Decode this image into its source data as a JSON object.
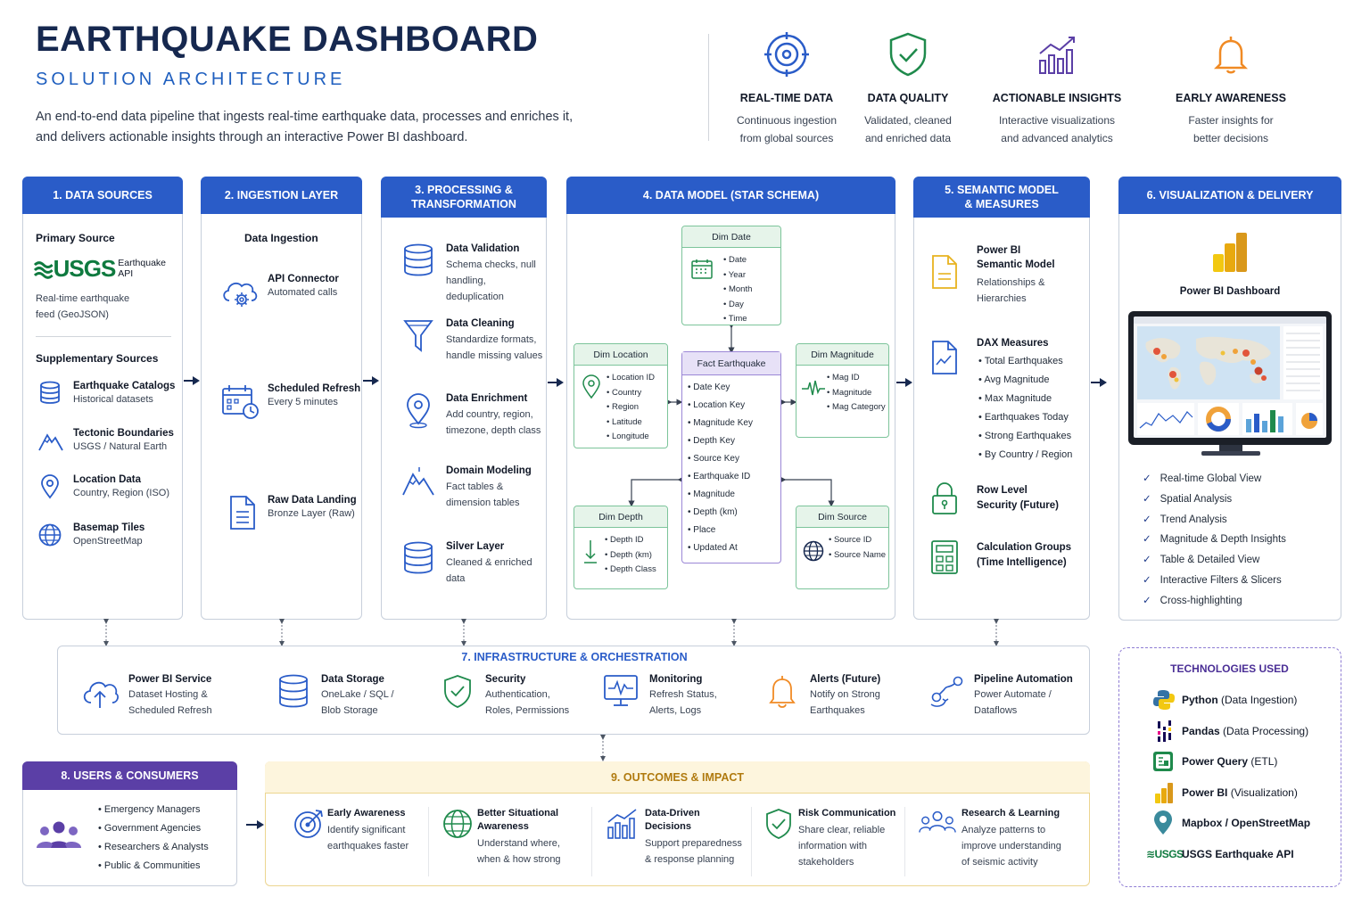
{
  "header": {
    "title": "EARTHQUAKE DASHBOARD",
    "subtitle": "SOLUTION ARCHITECTURE",
    "intro_line1": "An end-to-end data pipeline that ingests real-time earthquake data, processes and enriches it,",
    "intro_line2": "and delivers actionable insights through an interactive Power BI dashboard."
  },
  "features": [
    {
      "icon": "target-icon",
      "title": "REAL-TIME DATA",
      "line1": "Continuous ingestion",
      "line2": "from global sources"
    },
    {
      "icon": "shield-check-icon",
      "title": "DATA QUALITY",
      "line1": "Validated, cleaned",
      "line2": "and enriched data"
    },
    {
      "icon": "bar-chart-trend-icon",
      "title": "ACTIONABLE INSIGHTS",
      "line1": "Interactive visualizations",
      "line2": "and advanced analytics"
    },
    {
      "icon": "bell-icon",
      "title": "EARLY AWARENESS",
      "line1": "Faster insights for",
      "line2": "better decisions"
    }
  ],
  "sources": {
    "header": "1. DATA SOURCES",
    "primary_label": "Primary Source",
    "usgs_logo": "USGS",
    "usgs_api": "Earthquake API",
    "primary_desc1": "Real-time earthquake",
    "primary_desc2": "feed (GeoJSON)",
    "supp_label": "Supplementary Sources",
    "items": [
      {
        "icon": "database-icon",
        "title": "Earthquake Catalogs",
        "desc": "Historical datasets"
      },
      {
        "icon": "mountain-icon",
        "title": "Tectonic Boundaries",
        "desc": "USGS / Natural Earth"
      },
      {
        "icon": "location-pin-icon",
        "title": "Location Data",
        "desc": "Country, Region (ISO)"
      },
      {
        "icon": "globe-icon",
        "title": "Basemap Tiles",
        "desc": "OpenStreetMap"
      }
    ]
  },
  "ingestion": {
    "header": "2. INGESTION LAYER",
    "label": "Data Ingestion",
    "items": [
      {
        "icon": "cloud-gear-icon",
        "title": "API Connector",
        "desc": "Automated calls"
      },
      {
        "icon": "calendar-clock-icon",
        "title": "Scheduled Refresh",
        "desc": "Every 5 minutes"
      },
      {
        "icon": "document-icon",
        "title": "Raw Data Landing",
        "desc": "Bronze Layer (Raw)"
      }
    ]
  },
  "processing": {
    "header_line1": "3. PROCESSING &",
    "header_line2": "TRANSFORMATION",
    "items": [
      {
        "icon": "database-icon",
        "title": "Data Validation",
        "desc1": "Schema checks, null",
        "desc2": "handling, deduplication"
      },
      {
        "icon": "funnel-icon",
        "title": "Data Cleaning",
        "desc1": "Standardize formats,",
        "desc2": "handle missing values"
      },
      {
        "icon": "location-pin-icon",
        "title": "Data Enrichment",
        "desc1": "Add country, region,",
        "desc2": "timezone, depth class"
      },
      {
        "icon": "mountain-icon",
        "title": "Domain Modeling",
        "desc1": "Fact tables &",
        "desc2": "dimension tables"
      },
      {
        "icon": "database-icon",
        "title": "Silver Layer",
        "desc1": "Cleaned & enriched",
        "desc2": "data"
      }
    ]
  },
  "model": {
    "header": "4. DATA MODEL (STAR SCHEMA)",
    "dim_date": {
      "title": "Dim Date",
      "fields": [
        "Date",
        "Year",
        "Month",
        "Day",
        "Time"
      ]
    },
    "dim_location": {
      "title": "Dim Location",
      "fields": [
        "Location ID",
        "Country",
        "Region",
        "Latitude",
        "Longitude"
      ]
    },
    "fact": {
      "title": "Fact Earthquake",
      "fields": [
        "Date Key",
        "Location Key",
        "Magnitude Key",
        "Depth Key",
        "Source Key",
        "Earthquake ID",
        "Magnitude",
        "Depth (km)",
        "Place",
        "Updated At"
      ]
    },
    "dim_magnitude": {
      "title": "Dim Magnitude",
      "fields": [
        "Mag ID",
        "Magnitude",
        "Mag Category"
      ]
    },
    "dim_depth": {
      "title": "Dim Depth",
      "fields": [
        "Depth ID",
        "Depth (km)",
        "Depth Class"
      ]
    },
    "dim_source": {
      "title": "Dim Source",
      "fields": [
        "Source ID",
        "Source Name"
      ]
    }
  },
  "semantic": {
    "header_line1": "5. SEMANTIC MODEL",
    "header_line2": "& MEASURES",
    "pbi_title1": "Power BI",
    "pbi_title2": "Semantic Model",
    "pbi_desc1": "Relationships &",
    "pbi_desc2": "Hierarchies",
    "dax_title": "DAX Measures",
    "dax_items": [
      "Total Earthquakes",
      "Avg Magnitude",
      "Max Magnitude",
      "Earthquakes Today",
      "Strong Earthquakes",
      "By Country / Region"
    ],
    "rls_title1": "Row Level",
    "rls_title2": "Security (Future)",
    "calc_title1": "Calculation Groups",
    "calc_title2": "(Time Intelligence)"
  },
  "visualization": {
    "header": "6. VISUALIZATION & DELIVERY",
    "dashboard_label": "Power BI Dashboard",
    "checks": [
      "Real-time Global View",
      "Spatial Analysis",
      "Trend Analysis",
      "Magnitude & Depth Insights",
      "Table & Detailed View",
      "Interactive Filters & Slicers",
      "Cross-highlighting"
    ]
  },
  "infra": {
    "title": "7. INFRASTRUCTURE & ORCHESTRATION",
    "items": [
      {
        "icon": "cloud-upload-icon",
        "title": "Power BI Service",
        "desc1": "Dataset Hosting &",
        "desc2": "Scheduled Refresh"
      },
      {
        "icon": "database-icon",
        "title": "Data Storage",
        "desc1": "OneLake / SQL /",
        "desc2": "Blob Storage"
      },
      {
        "icon": "shield-check-icon",
        "title": "Security",
        "desc1": "Authentication,",
        "desc2": "Roles, Permissions"
      },
      {
        "icon": "monitor-pulse-icon",
        "title": "Monitoring",
        "desc1": "Refresh Status,",
        "desc2": "Alerts, Logs"
      },
      {
        "icon": "bell-icon",
        "title": "Alerts (Future)",
        "desc1": "Notify on Strong",
        "desc2": "Earthquakes"
      },
      {
        "icon": "workflow-icon",
        "title": "Pipeline Automation",
        "desc1": "Power Automate /",
        "desc2": "Dataflows"
      }
    ]
  },
  "users": {
    "header": "8. USERS & CONSUMERS",
    "items": [
      "Emergency Managers",
      "Government Agencies",
      "Researchers & Analysts",
      "Public & Communities"
    ]
  },
  "outcomes": {
    "title": "9. OUTCOMES & IMPACT",
    "items": [
      {
        "icon": "target-arrow-icon",
        "title1": "Early Awareness",
        "title2": "",
        "desc1": "Identify significant",
        "desc2": "earthquakes faster"
      },
      {
        "icon": "globe-icon",
        "title1": "Better Situational",
        "title2": "Awareness",
        "desc1": "Understand where,",
        "desc2": "when & how strong"
      },
      {
        "icon": "bar-chart-trend-icon",
        "title1": "Data-Driven",
        "title2": "Decisions",
        "desc1": "Support preparedness",
        "desc2": "& response planning"
      },
      {
        "icon": "shield-check-icon",
        "title1": "Risk Communication",
        "title2": "",
        "desc1": "Share clear, reliable",
        "desc2": "information with",
        "desc3": "stakeholders"
      },
      {
        "icon": "people-network-icon",
        "title1": "Research & Learning",
        "title2": "",
        "desc1": "Analyze patterns to",
        "desc2": "improve understanding",
        "desc3": "of seismic activity"
      }
    ]
  },
  "tech": {
    "title": "TECHNOLOGIES USED",
    "items": [
      {
        "icon": "python-icon",
        "name": "Python",
        "role": "(Data Ingestion)"
      },
      {
        "icon": "pandas-icon",
        "name": "Pandas",
        "role": "(Data Processing)"
      },
      {
        "icon": "power-query-icon",
        "name": "Power Query",
        "role": "(ETL)"
      },
      {
        "icon": "power-bi-icon",
        "name": "Power BI",
        "role": "(Visualization)"
      },
      {
        "icon": "mapbox-pin-icon",
        "name": "Mapbox / OpenStreetMap",
        "role": ""
      },
      {
        "icon": "usgs-logo-icon",
        "name": "USGS Earthquake API",
        "role": ""
      }
    ]
  },
  "colors": {
    "primary": "#2a5cc8",
    "navy": "#16284f",
    "purple": "#5b3fa6",
    "orange": "#f08a24",
    "green": "#1f8a4c",
    "gold": "#d9a21b"
  }
}
